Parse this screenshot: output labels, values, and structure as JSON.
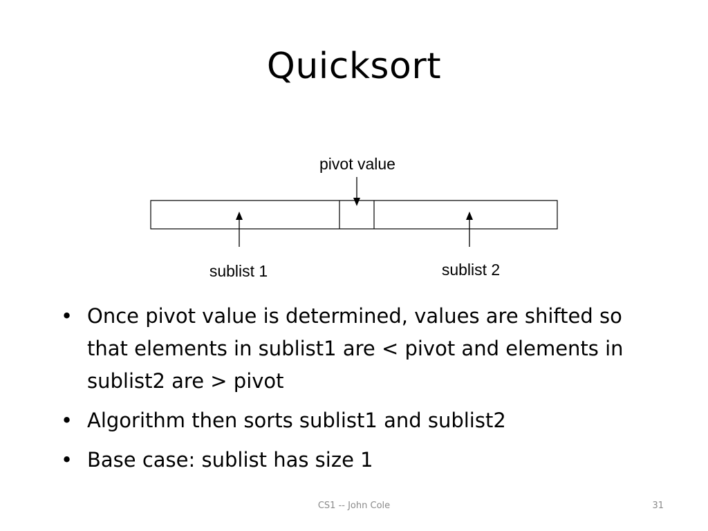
{
  "slide": {
    "title": "Quicksort",
    "diagram": {
      "pivot_label": "pivot value",
      "sublist1_label": "sublist 1",
      "sublist2_label": "sublist 2"
    },
    "bullets": [
      "Once pivot value is determined, values are shifted so that elements in sublist1 are < pivot and elements in sublist2 are > pivot",
      "Algorithm then sorts sublist1 and sublist2",
      "Base case: sublist has size 1"
    ],
    "bullet_symbol": "•",
    "footer": {
      "center": "CS1 -- John Cole",
      "page_number": "31"
    }
  },
  "colors": {
    "text": "#000000",
    "footer": "#8a8a8a",
    "background": "#ffffff"
  }
}
